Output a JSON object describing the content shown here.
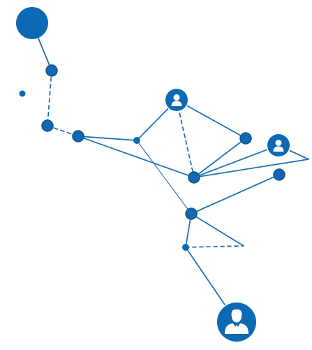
{
  "diagram": {
    "colors": {
      "node": "#0b6ab3",
      "node_ring": "#1d4f86",
      "edge": "#1e73b8",
      "icon_fg": "#ffffff",
      "icon_bg": "#ffffff"
    },
    "nodes": [
      {
        "id": "hub-top-left",
        "kind": "plain",
        "size": "large"
      },
      {
        "id": "n2",
        "kind": "plain",
        "size": "medium"
      },
      {
        "id": "isolated",
        "kind": "plain",
        "size": "tiny"
      },
      {
        "id": "n4",
        "kind": "plain",
        "size": "medium"
      },
      {
        "id": "n5",
        "kind": "plain",
        "size": "medium"
      },
      {
        "id": "n6",
        "kind": "plain",
        "size": "small"
      },
      {
        "id": "person-a",
        "kind": "person",
        "size": "icon"
      },
      {
        "id": "n8",
        "kind": "plain",
        "size": "medium"
      },
      {
        "id": "n9",
        "kind": "plain",
        "size": "medium"
      },
      {
        "id": "person-b",
        "kind": "person",
        "size": "icon"
      },
      {
        "id": "n11",
        "kind": "plain",
        "size": "medium"
      },
      {
        "id": "n12",
        "kind": "plain",
        "size": "medium"
      },
      {
        "id": "n13",
        "kind": "plain",
        "size": "small"
      },
      {
        "id": "businessman",
        "kind": "businessman",
        "size": "large-icon"
      }
    ],
    "edges": [
      {
        "from": "hub-top-left",
        "to": "n2",
        "style": "solid"
      },
      {
        "from": "n2",
        "to": "n4",
        "style": "dashed"
      },
      {
        "from": "n4",
        "to": "n5",
        "style": "dashed"
      },
      {
        "from": "n5",
        "to": "n6",
        "style": "solid"
      },
      {
        "from": "n5",
        "to": "n9",
        "style": "solid"
      },
      {
        "from": "n6",
        "to": "person-a",
        "style": "solid"
      },
      {
        "from": "n6",
        "to": "n12",
        "style": "thin"
      },
      {
        "from": "person-a",
        "to": "n8",
        "style": "solid"
      },
      {
        "from": "person-a",
        "to": "n9",
        "style": "dashed"
      },
      {
        "from": "n8",
        "to": "n9",
        "style": "solid"
      },
      {
        "from": "n9",
        "to": "person-b",
        "style": "solid"
      },
      {
        "from": "person-b",
        "to": "right-edge",
        "style": "solid"
      },
      {
        "from": "right-edge",
        "to": "n9",
        "style": "solid"
      },
      {
        "from": "n12",
        "to": "n11",
        "style": "solid"
      },
      {
        "from": "n12",
        "to": "n13",
        "style": "solid"
      },
      {
        "from": "n12",
        "to": "right-kink",
        "style": "solid"
      },
      {
        "from": "n13",
        "to": "right-kink",
        "style": "dashed"
      },
      {
        "from": "n13",
        "to": "businessman",
        "style": "solid"
      }
    ]
  }
}
